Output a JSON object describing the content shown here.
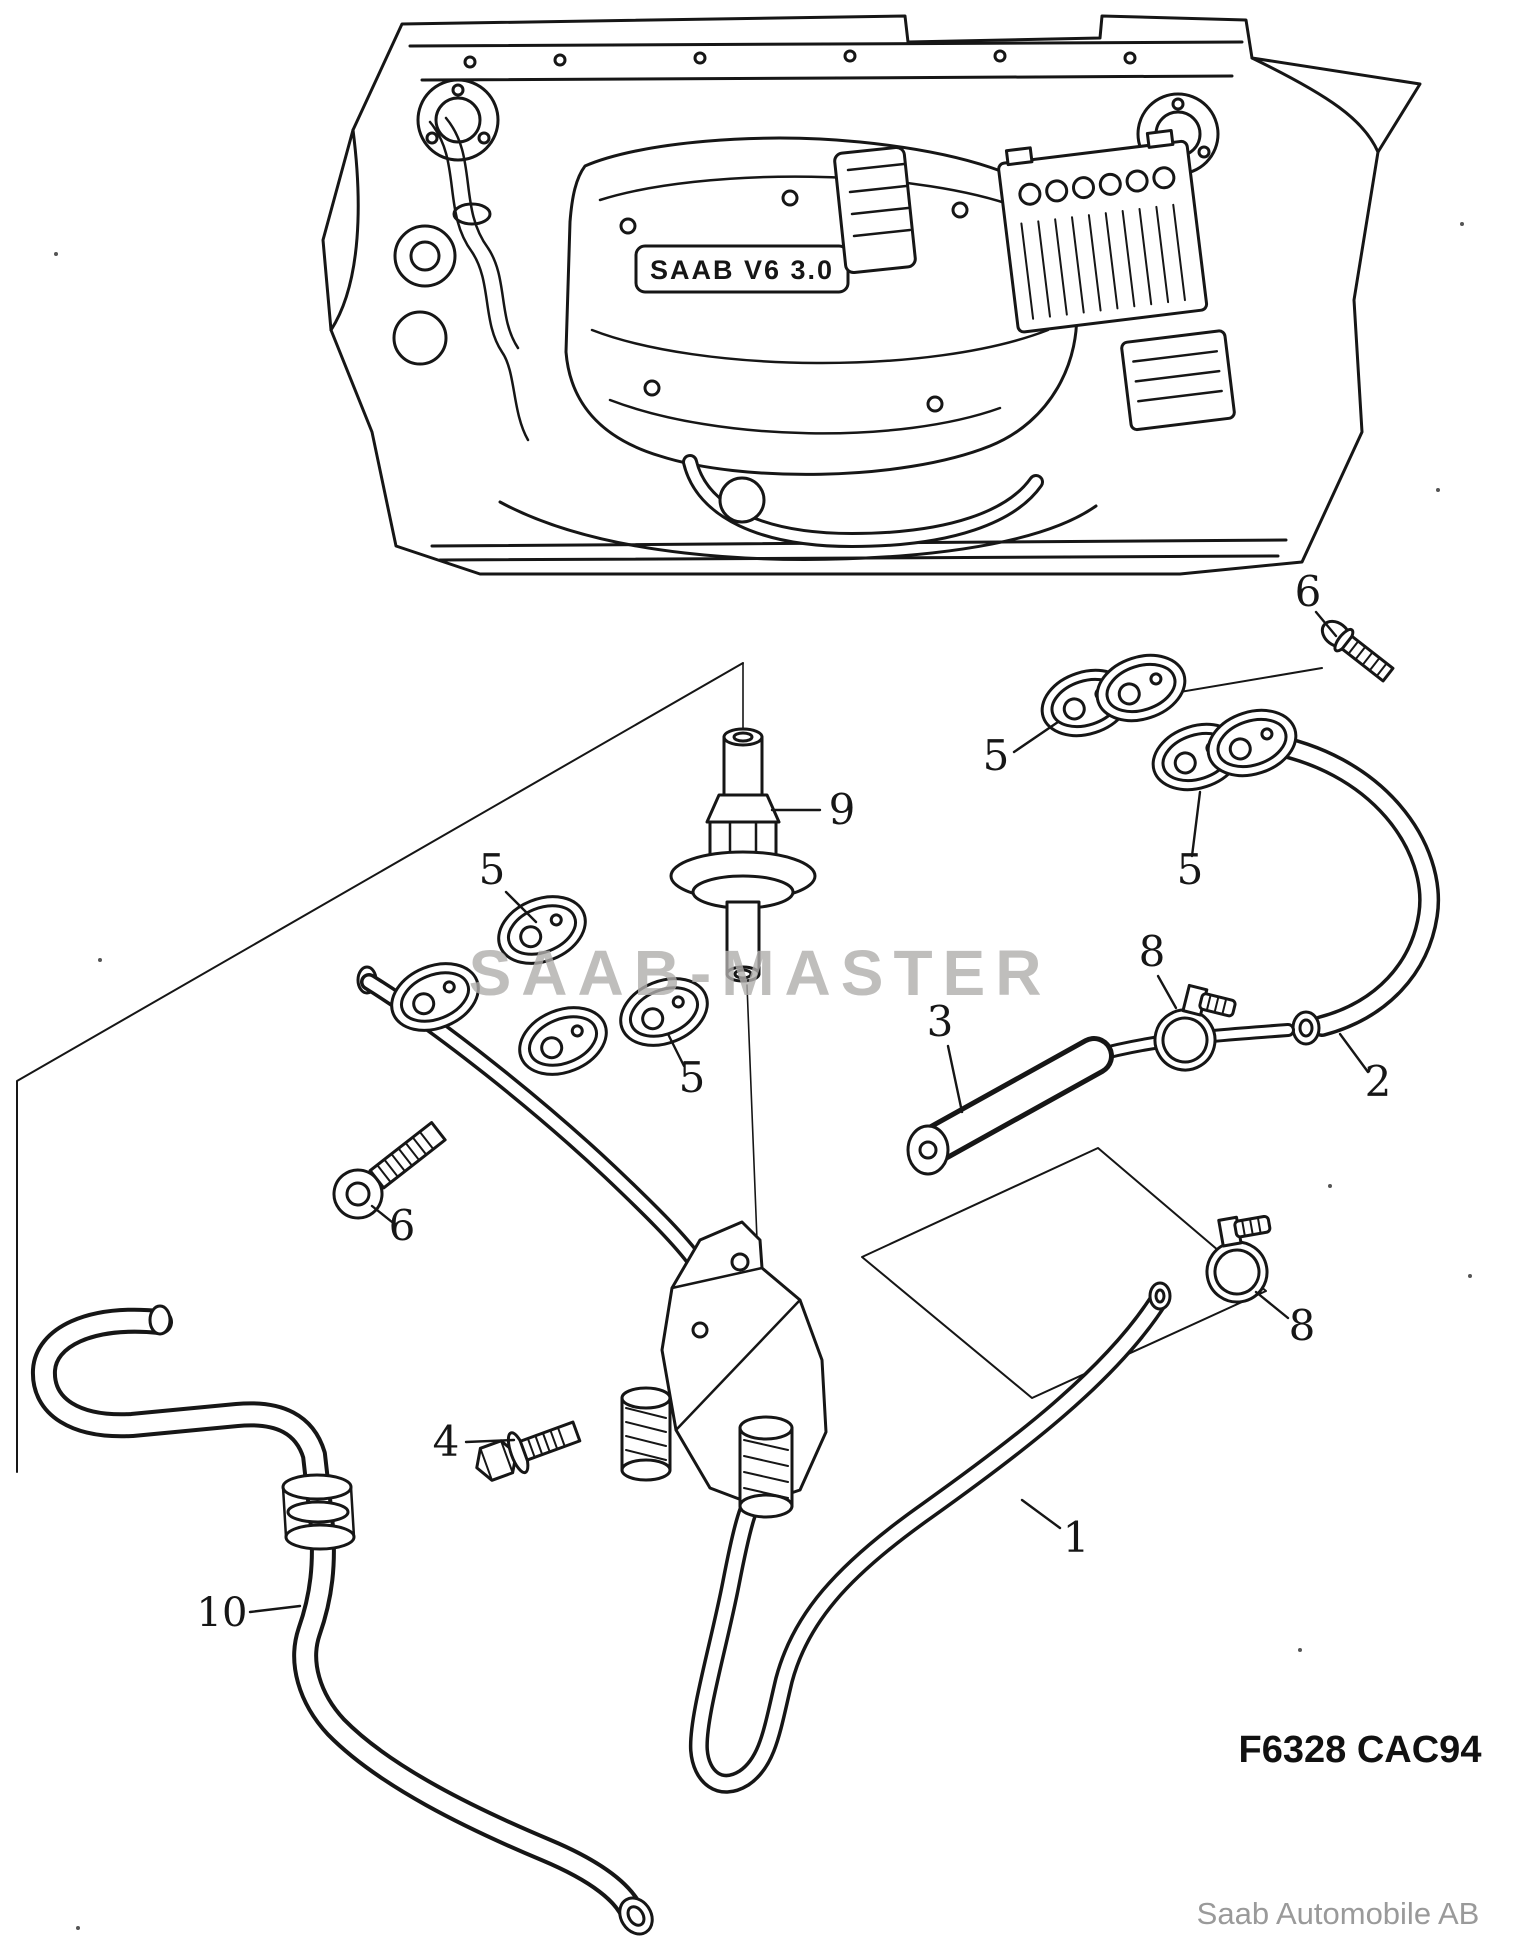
{
  "page": {
    "width": "1514",
    "height": "1941",
    "background": "#ffffff"
  },
  "document": {
    "watermark": "SAAB-MASTER",
    "drawing_code": "F6328 CAC94",
    "footer_credit": "Saab Automobile AB"
  },
  "engine_view": {
    "badge": "SAAB V6 3.0"
  },
  "callouts": [
    {
      "num": "6",
      "target": "upper-bolt"
    },
    {
      "num": "5",
      "target": "upper-grommet-pair-left"
    },
    {
      "num": "5",
      "target": "upper-grommet-pair-right"
    },
    {
      "num": "9",
      "target": "vacuum-valve"
    },
    {
      "num": "8",
      "target": "upper-hose-clamp"
    },
    {
      "num": "3",
      "target": "short-hose"
    },
    {
      "num": "2",
      "target": "return-hose"
    },
    {
      "num": "5",
      "target": "left-grommet-upper"
    },
    {
      "num": "5",
      "target": "left-grommet-lower"
    },
    {
      "num": "6",
      "target": "left-bolt"
    },
    {
      "num": "4",
      "target": "flange-screw"
    },
    {
      "num": "8",
      "target": "lower-hose-clamp"
    },
    {
      "num": "1",
      "target": "long-pipe"
    },
    {
      "num": "10",
      "target": "large-hose"
    }
  ],
  "colors": {
    "line": "#161616",
    "watermark": "#b0aeac",
    "footer_text": "#9a9a9a",
    "code_text": "#111111"
  }
}
